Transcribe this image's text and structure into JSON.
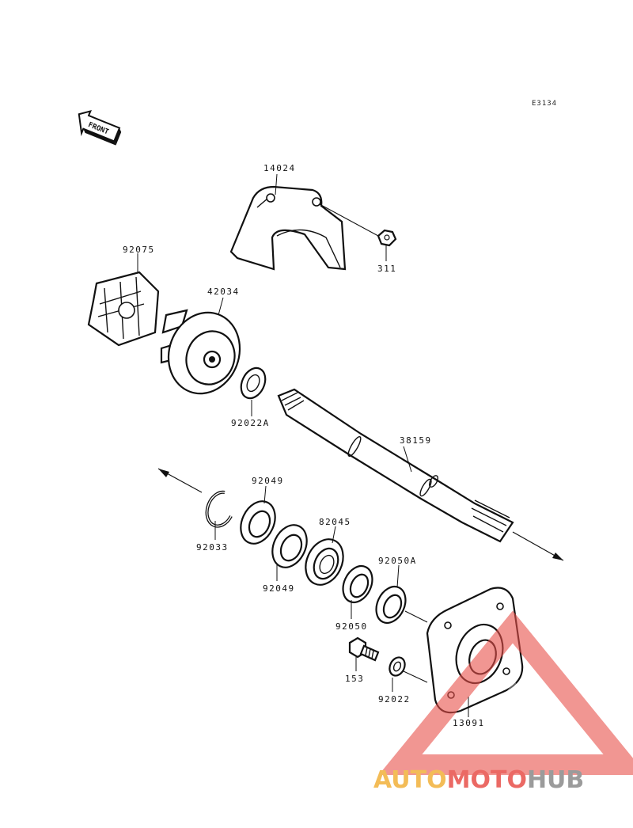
{
  "diagram": {
    "ref_code": "E3134",
    "front_label": "FRONT",
    "parts": [
      {
        "id": "14024",
        "name": "cover"
      },
      {
        "id": "311",
        "name": "nut"
      },
      {
        "id": "92075",
        "name": "damper"
      },
      {
        "id": "42034",
        "name": "coupling"
      },
      {
        "id": "92022A",
        "name": "washer"
      },
      {
        "id": "38159",
        "name": "drive-shaft"
      },
      {
        "id": "92049",
        "name": "seal-upper"
      },
      {
        "id": "92033",
        "name": "circlip"
      },
      {
        "id": "92049",
        "name": "seal-lower"
      },
      {
        "id": "82045",
        "name": "bearing"
      },
      {
        "id": "92050A",
        "name": "seal-b"
      },
      {
        "id": "92050",
        "name": "seal-a"
      },
      {
        "id": "153",
        "name": "bolt"
      },
      {
        "id": "92022",
        "name": "washer-small"
      },
      {
        "id": "13091",
        "name": "bearing-holder"
      }
    ]
  },
  "watermark": {
    "part1": "AUTO",
    "part2": "MOTO",
    "part3": "HUB",
    "color1": "#f2b13a",
    "color2": "#e8504a",
    "color3": "#8a8a8a"
  }
}
